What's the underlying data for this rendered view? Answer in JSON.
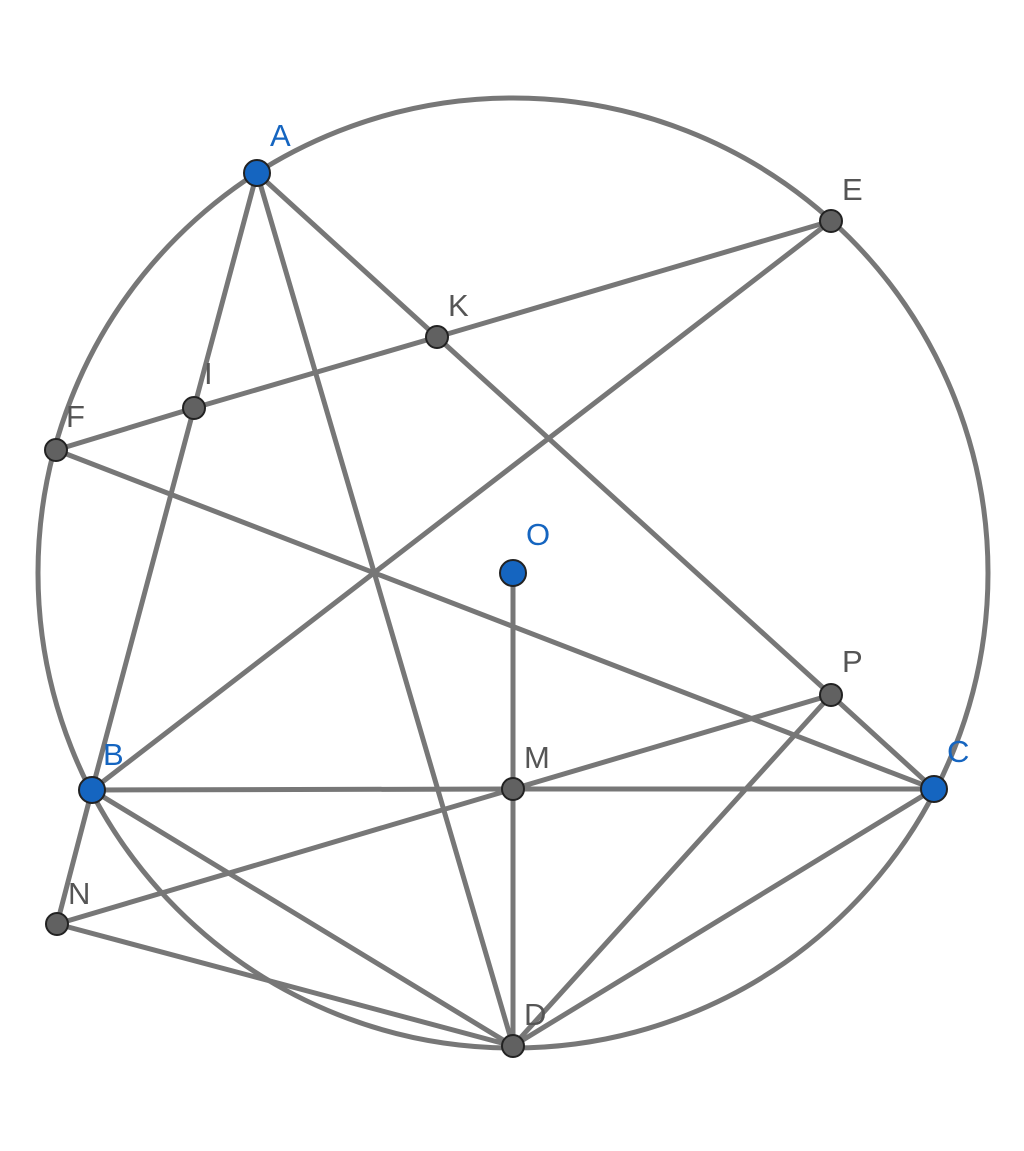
{
  "diagram": {
    "circle_center": "O",
    "points": [
      {
        "id": "A",
        "label": "A",
        "kind": "free"
      },
      {
        "id": "B",
        "label": "B",
        "kind": "free"
      },
      {
        "id": "C",
        "label": "C",
        "kind": "free"
      },
      {
        "id": "O",
        "label": "O",
        "kind": "free"
      },
      {
        "id": "E",
        "label": "E",
        "kind": "dependent"
      },
      {
        "id": "K",
        "label": "K",
        "kind": "dependent"
      },
      {
        "id": "I",
        "label": "I",
        "kind": "dependent"
      },
      {
        "id": "F",
        "label": "F",
        "kind": "dependent"
      },
      {
        "id": "P",
        "label": "P",
        "kind": "dependent"
      },
      {
        "id": "M",
        "label": "M",
        "kind": "dependent"
      },
      {
        "id": "N",
        "label": "N",
        "kind": "dependent"
      },
      {
        "id": "D",
        "label": "D",
        "kind": "dependent"
      }
    ],
    "segments": [
      [
        "A",
        "I"
      ],
      [
        "I",
        "B"
      ],
      [
        "A",
        "K"
      ],
      [
        "K",
        "P"
      ],
      [
        "P",
        "C"
      ],
      [
        "A",
        "D"
      ],
      [
        "F",
        "I"
      ],
      [
        "I",
        "K"
      ],
      [
        "K",
        "E"
      ],
      [
        "E",
        "B"
      ],
      [
        "F",
        "C"
      ],
      [
        "B",
        "M"
      ],
      [
        "M",
        "C"
      ],
      [
        "O",
        "M"
      ],
      [
        "M",
        "D"
      ],
      [
        "N",
        "M"
      ],
      [
        "M",
        "P"
      ],
      [
        "B",
        "N"
      ],
      [
        "N",
        "D"
      ],
      [
        "B",
        "D"
      ],
      [
        "C",
        "D"
      ],
      [
        "P",
        "D"
      ]
    ],
    "colors": {
      "free_point": "#1565c0",
      "dependent_point": "#616161",
      "line": "#777777",
      "free_label": "#1565c0",
      "dependent_label": "#555555"
    }
  }
}
